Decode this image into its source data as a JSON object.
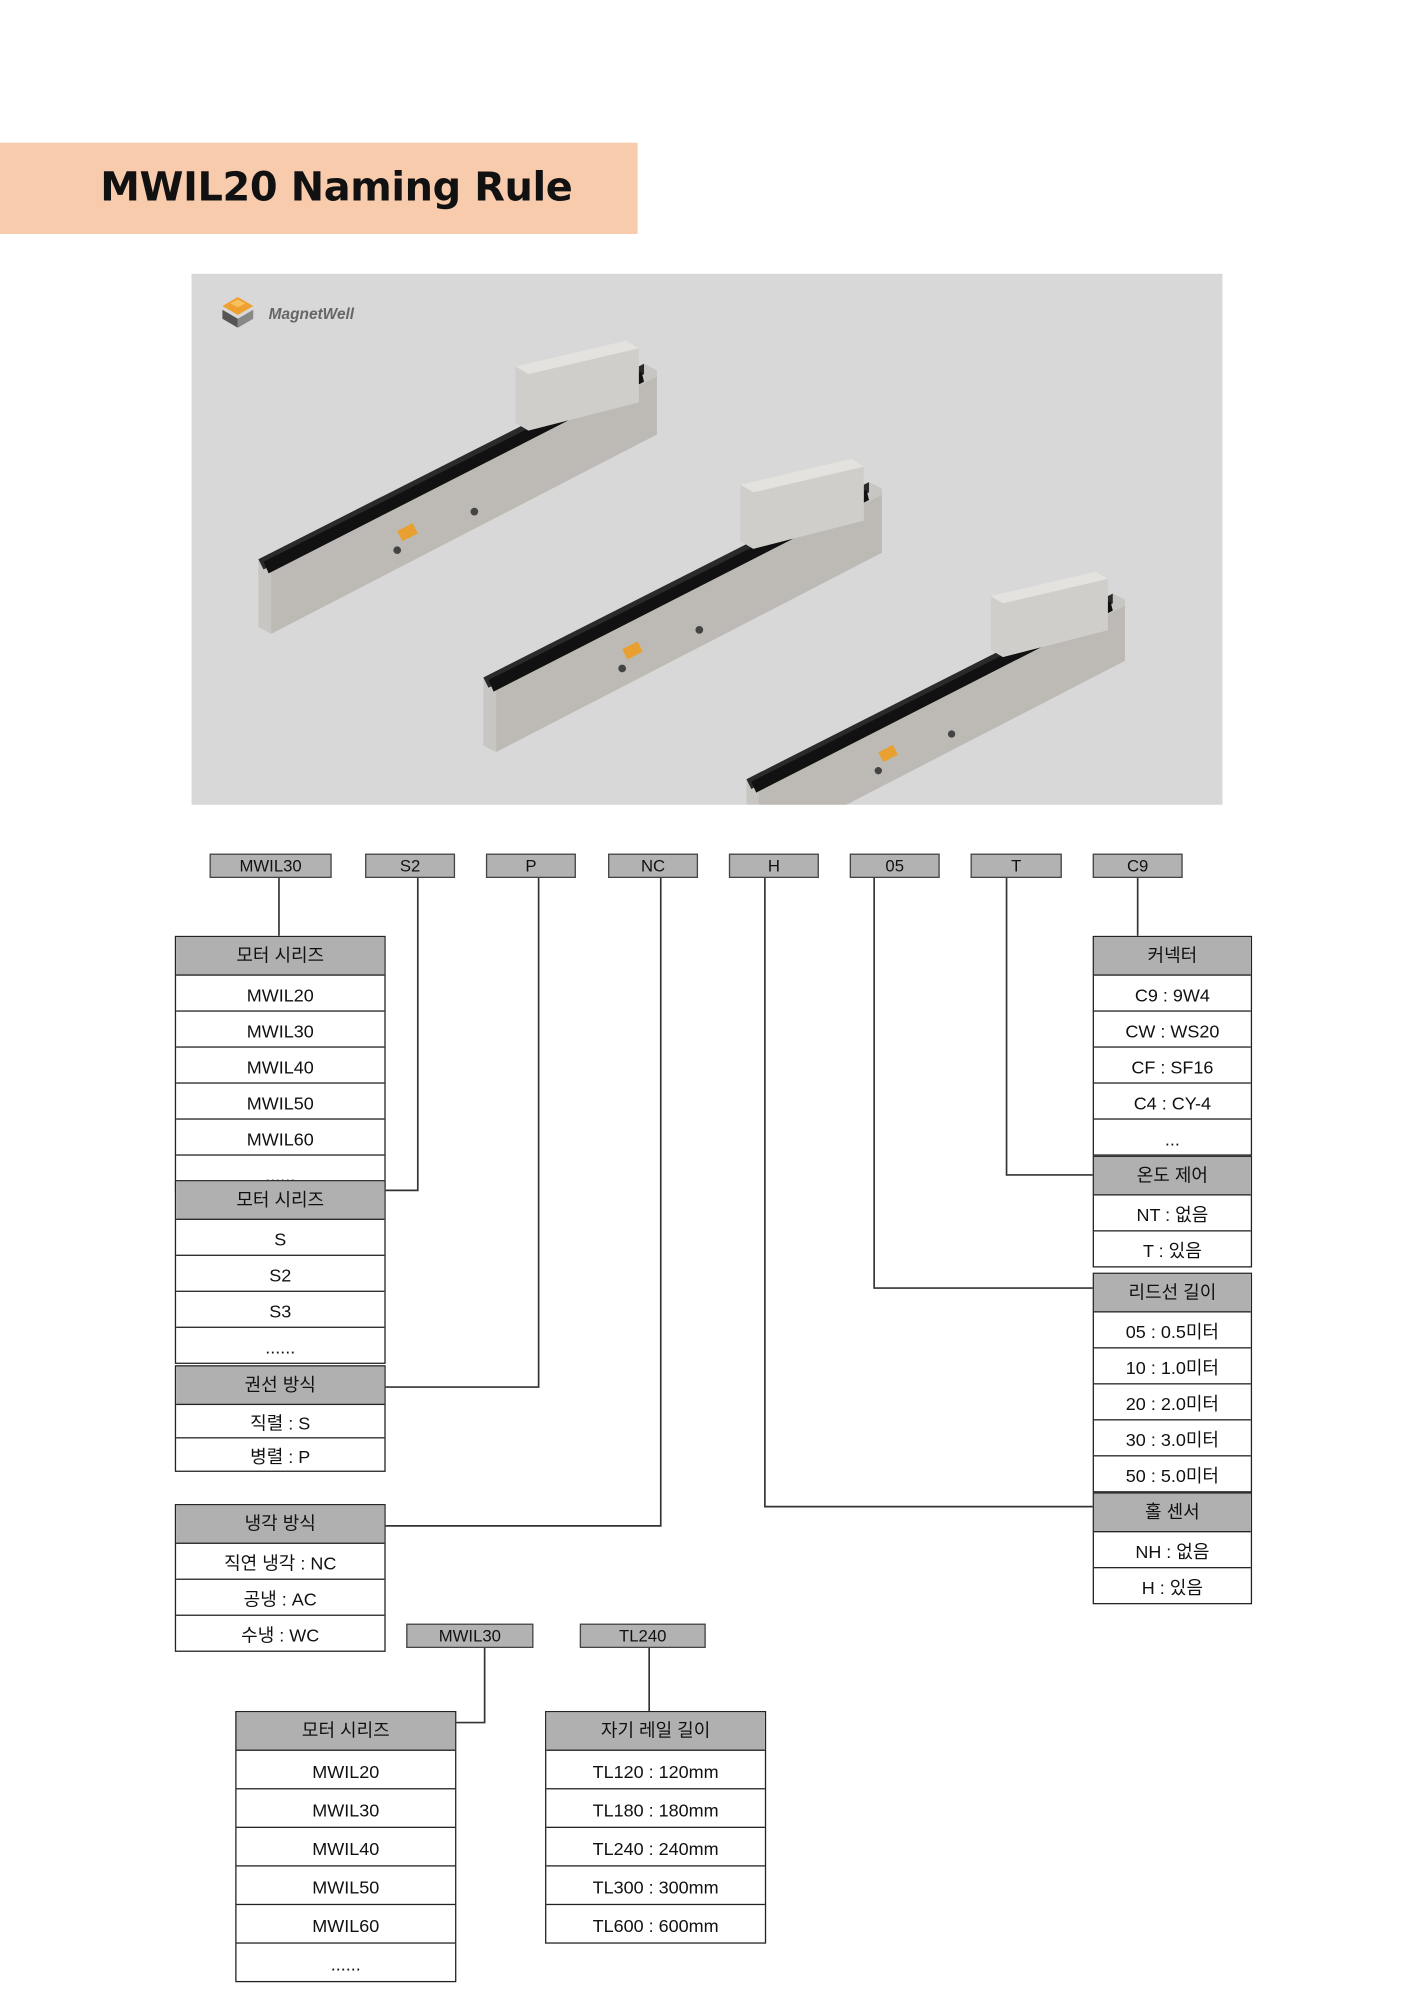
{
  "title": "MWIL20 Naming Rule",
  "logo_text": "MagnetWell",
  "colors": {
    "band": "#f8cbad",
    "header_cell": "#b0b0b0",
    "photo_bg": "#d8d8d8"
  },
  "codes": [
    "MWIL30",
    "S2",
    "P",
    "NC",
    "H",
    "05",
    "T",
    "C9"
  ],
  "rail_codes": [
    "MWIL30",
    "TL240"
  ],
  "tables": {
    "motor_series": {
      "header": "모터 시리즈",
      "rows": [
        "MWIL20",
        "MWIL30",
        "MWIL40",
        "MWIL50",
        "MWIL60",
        "......"
      ]
    },
    "series_type": {
      "header": "모터 시리즈",
      "rows": [
        "S",
        "S2",
        "S3",
        "......"
      ]
    },
    "winding": {
      "header": "권선 방식",
      "rows": [
        "직렬 : S",
        "병렬 : P"
      ]
    },
    "cooling": {
      "header": "냉각 방식",
      "rows": [
        "직연 냉각 : NC",
        "공냉 : AC",
        "수냉 : WC"
      ]
    },
    "connector": {
      "header": "커넥터",
      "rows": [
        "C9 : 9W4",
        "CW : WS20",
        "CF : SF16",
        "C4 : CY-4",
        "..."
      ]
    },
    "temperature": {
      "header": "온도 제어",
      "rows": [
        "NT : 없음",
        "T : 있음"
      ]
    },
    "lead_length": {
      "header": "리드선 길이",
      "rows": [
        "05 : 0.5미터",
        "10 : 1.0미터",
        "20 : 2.0미터",
        "30 : 3.0미터",
        "50 : 5.0미터"
      ]
    },
    "hall_sensor": {
      "header": "홀 센서",
      "rows": [
        "NH : 없음",
        "H : 있음"
      ]
    },
    "rail_motor_series": {
      "header": "모터 시리즈",
      "rows": [
        "MWIL20",
        "MWIL30",
        "MWIL40",
        "MWIL50",
        "MWIL60",
        "......"
      ]
    },
    "rail_length": {
      "header": "자기 레일 길이",
      "rows": [
        "TL120 : 120mm",
        "TL180 : 180mm",
        "TL240 : 240mm",
        "TL300 : 300mm",
        "TL600 : 600mm"
      ]
    }
  }
}
